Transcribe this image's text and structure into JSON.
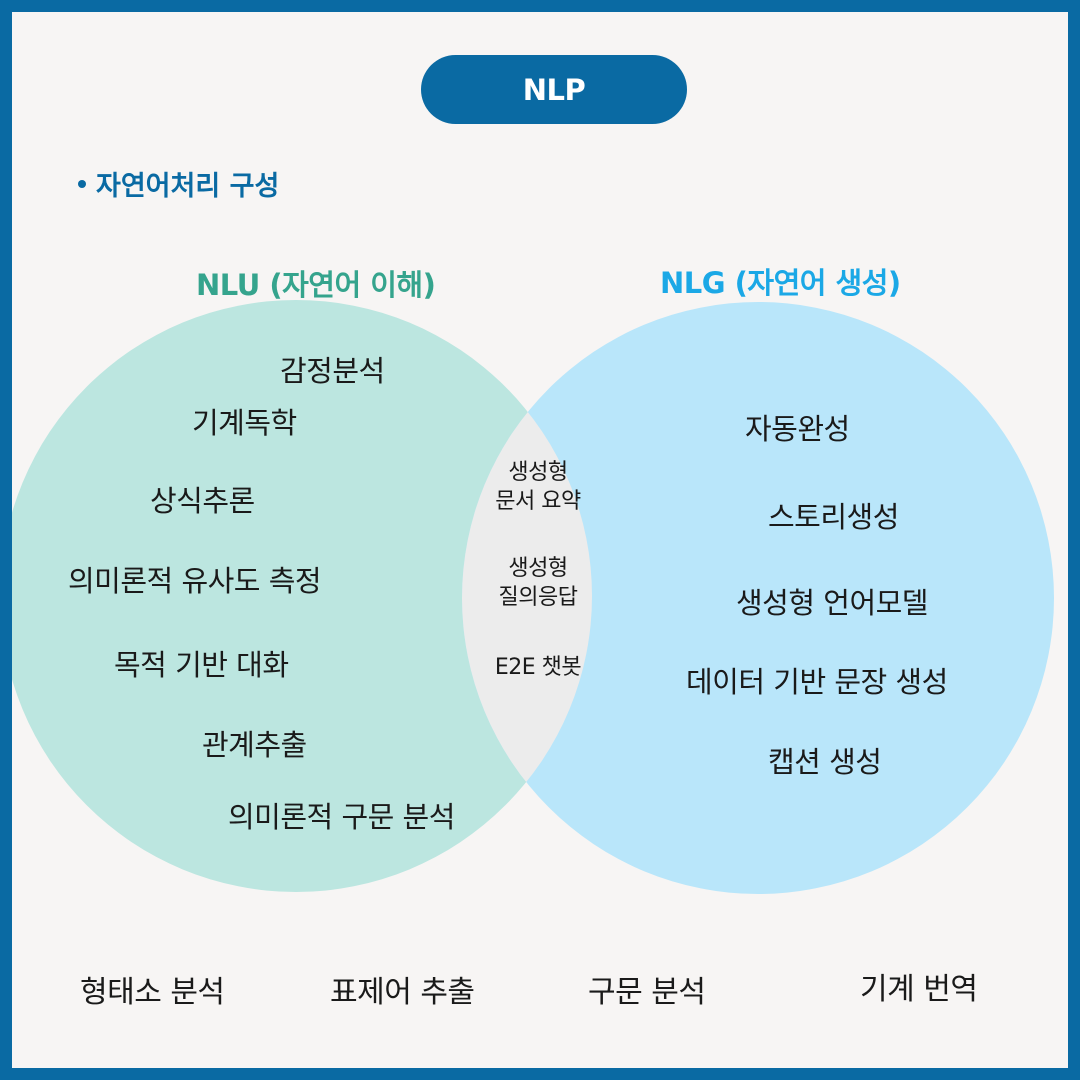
{
  "title": "NLP",
  "section_heading": "자연어처리 구성",
  "nlu": {
    "label": "NLU (자연어 이해)",
    "items": [
      "감정분석",
      "기계독학",
      "상식추론",
      "의미론적 유사도 측정",
      "목적 기반 대화",
      "관계추출",
      "의미론적 구문 분석"
    ]
  },
  "nlg": {
    "label": "NLG (자연어 생성)",
    "items": [
      "자동완성",
      "스토리생성",
      "생성형 언어모델",
      "데이터 기반 문장 생성",
      "캡션 생성"
    ]
  },
  "overlap": {
    "items": [
      {
        "line1": "생성형",
        "line2": "문서 요약"
      },
      {
        "line1": "생성형",
        "line2": "질의응답"
      },
      {
        "line1": "E2E 챗봇",
        "line2": ""
      }
    ]
  },
  "bottom_items": [
    "형태소 분석",
    "표제어 추출",
    "구문 분석",
    "기계 번역"
  ],
  "colors": {
    "frame": "#0a6aa3",
    "nlu_fill": "#bce6e0",
    "nlg_fill": "#b9e6fa",
    "overlap_fill": "#ececec",
    "nlu_text": "#35a48d",
    "nlg_text": "#1ba8e6"
  }
}
